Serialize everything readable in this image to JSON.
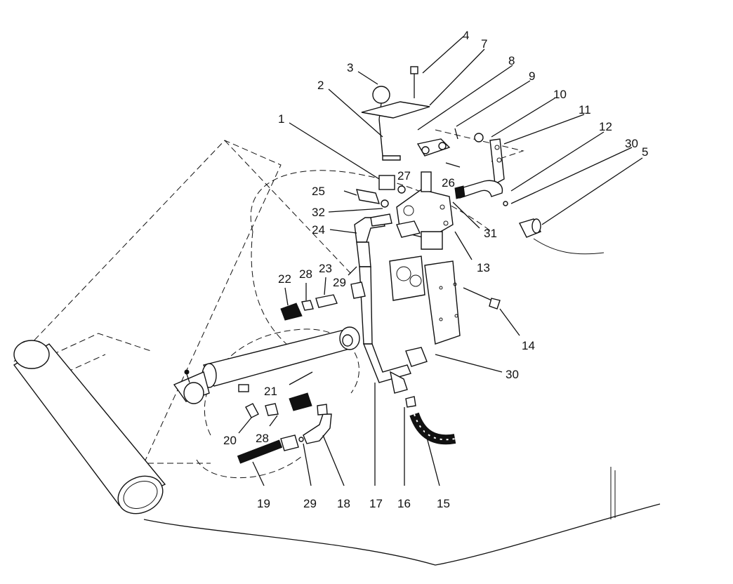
{
  "diagram": {
    "callouts": [
      {
        "id": "c1",
        "label": "1"
      },
      {
        "id": "c2",
        "label": "2"
      },
      {
        "id": "c3",
        "label": "3"
      },
      {
        "id": "c4",
        "label": "4"
      },
      {
        "id": "c5",
        "label": "5"
      },
      {
        "id": "c7",
        "label": "7"
      },
      {
        "id": "c8",
        "label": "8"
      },
      {
        "id": "c9",
        "label": "9"
      },
      {
        "id": "c10",
        "label": "10"
      },
      {
        "id": "c11",
        "label": "11"
      },
      {
        "id": "c12",
        "label": "12"
      },
      {
        "id": "c13",
        "label": "13"
      },
      {
        "id": "c14",
        "label": "14"
      },
      {
        "id": "c15",
        "label": "15"
      },
      {
        "id": "c16",
        "label": "16"
      },
      {
        "id": "c17",
        "label": "17"
      },
      {
        "id": "c18",
        "label": "18"
      },
      {
        "id": "c19",
        "label": "19"
      },
      {
        "id": "c20",
        "label": "20"
      },
      {
        "id": "c21",
        "label": "21"
      },
      {
        "id": "c22",
        "label": "22"
      },
      {
        "id": "c23",
        "label": "23"
      },
      {
        "id": "c24",
        "label": "24"
      },
      {
        "id": "c25",
        "label": "25"
      },
      {
        "id": "c26",
        "label": "26"
      },
      {
        "id": "c27",
        "label": "27"
      },
      {
        "id": "c28a",
        "label": "28"
      },
      {
        "id": "c28b",
        "label": "28"
      },
      {
        "id": "c29a",
        "label": "29"
      },
      {
        "id": "c29b",
        "label": "29"
      },
      {
        "id": "c30a",
        "label": "30"
      },
      {
        "id": "c30b",
        "label": "30"
      },
      {
        "id": "c31",
        "label": "31"
      },
      {
        "id": "c32",
        "label": "32"
      }
    ]
  }
}
